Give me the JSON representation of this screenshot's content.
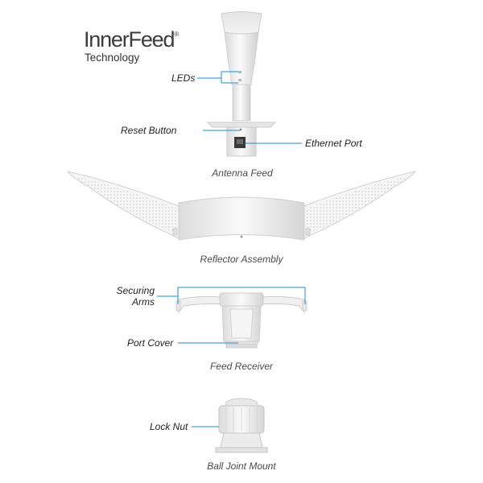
{
  "brand": {
    "title": "InnerFeed",
    "mark": "®",
    "subtitle": "Technology"
  },
  "colors": {
    "accent": "#1b8fd1",
    "body": "#ededed",
    "outline": "#c8c8c8"
  },
  "components": [
    {
      "caption": "Antenna Feed",
      "callouts": [
        "LEDs",
        "Reset Button",
        "Ethernet Port"
      ]
    },
    {
      "caption": "Reflector Assembly",
      "callouts": []
    },
    {
      "caption": "Feed Receiver",
      "callouts": [
        "Securing Arms",
        "Port Cover"
      ]
    },
    {
      "caption": "Ball Joint Mount",
      "callouts": [
        "Lock Nut"
      ]
    }
  ],
  "labels": {
    "leds": "LEDs",
    "reset": "Reset Button",
    "ethernet": "Ethernet Port",
    "securing_line1": "Securing",
    "securing_line2": "Arms",
    "port_cover": "Port Cover",
    "lock_nut": "Lock Nut"
  }
}
